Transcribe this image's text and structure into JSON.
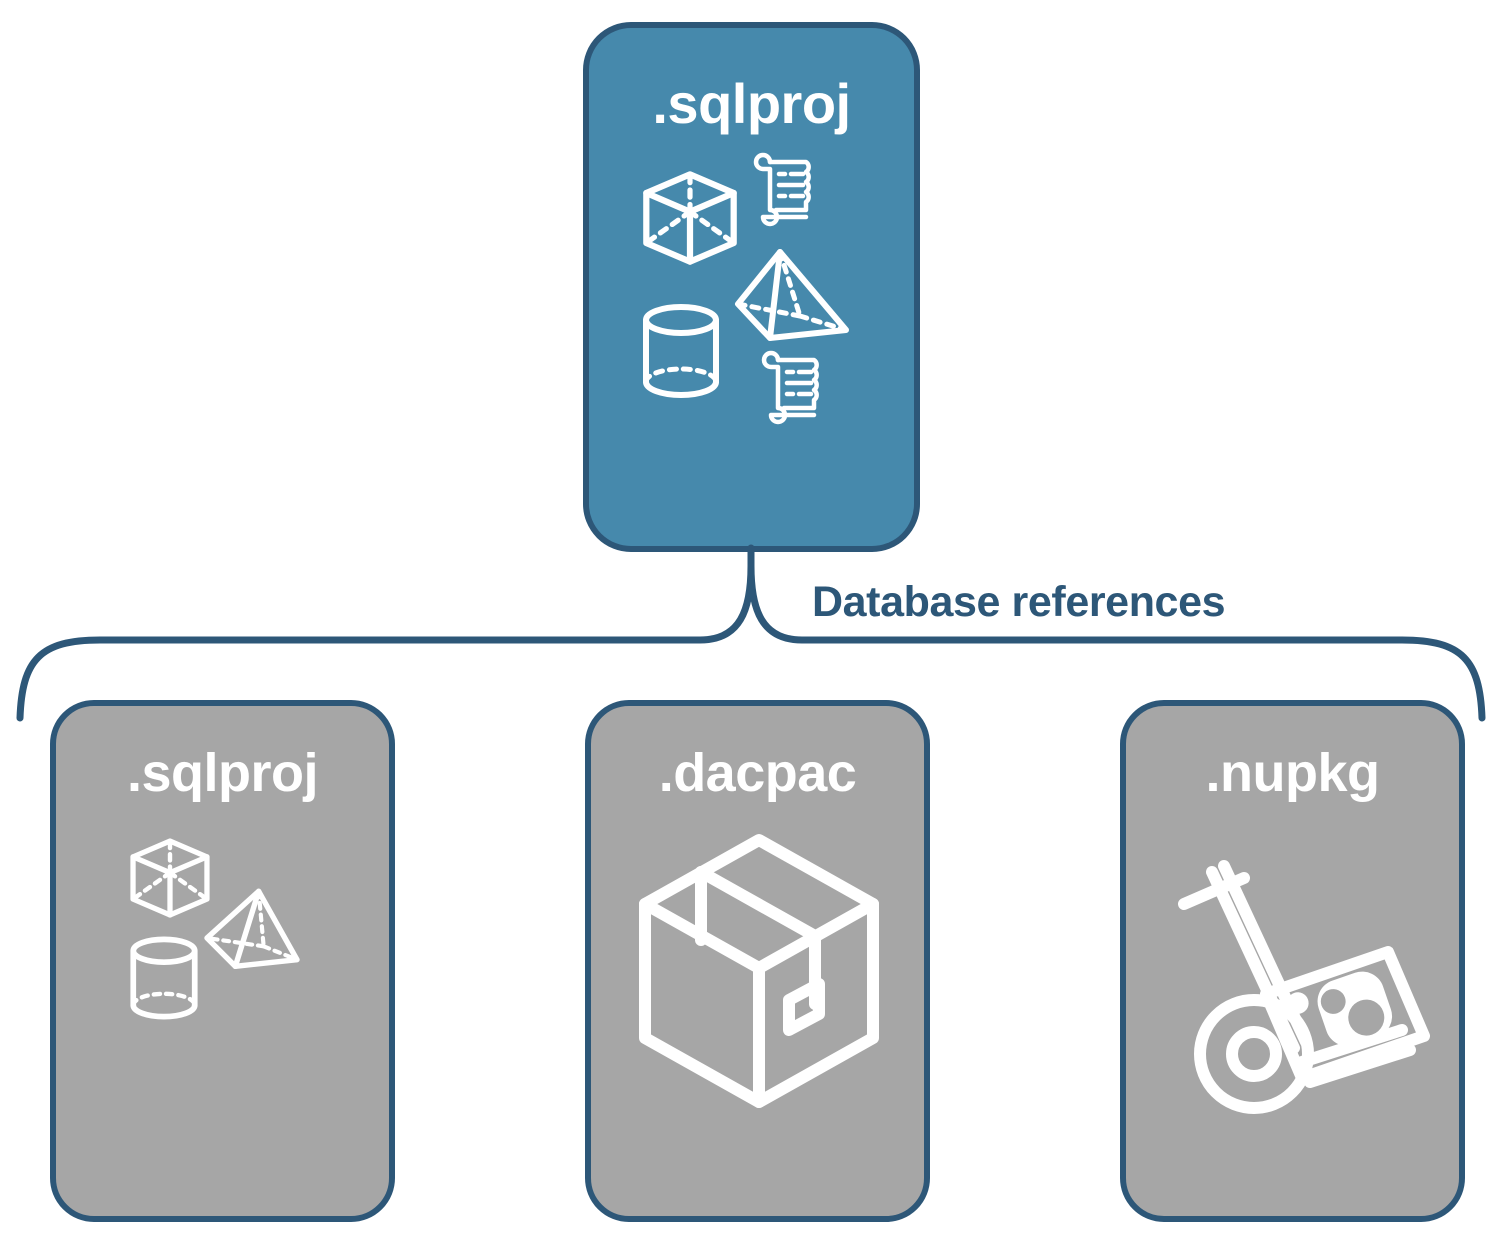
{
  "diagram": {
    "title": "Database references diagram",
    "colors": {
      "root_fill": "#4689ac",
      "child_fill": "#a6a6a6",
      "border": "#2d5778",
      "label_text": "#2d5778",
      "icon_stroke": "#ffffff",
      "background": "#ffffff"
    },
    "root_node": {
      "id": "sqlproj-root",
      "label": ".sqlproj",
      "fill": "#4689ac",
      "icons": [
        "cube-icon",
        "scroll-icon",
        "pyramid-icon",
        "cylinder-icon",
        "scroll-icon"
      ]
    },
    "connector": {
      "type": "curly-brace",
      "label": "Database references",
      "orientation": "top-to-bottom",
      "branch_count": 3
    },
    "child_nodes": [
      {
        "id": "sqlproj-ref",
        "label": ".sqlproj",
        "fill": "#a6a6a6",
        "icons": [
          "cube-icon",
          "pyramid-icon",
          "cylinder-icon"
        ]
      },
      {
        "id": "dacpac",
        "label": ".dacpac",
        "fill": "#a6a6a6",
        "icons": [
          "shipping-box-icon"
        ]
      },
      {
        "id": "nupkg",
        "label": ".nupkg",
        "fill": "#a6a6a6",
        "icons": [
          "hand-truck-package-icon"
        ]
      }
    ]
  }
}
